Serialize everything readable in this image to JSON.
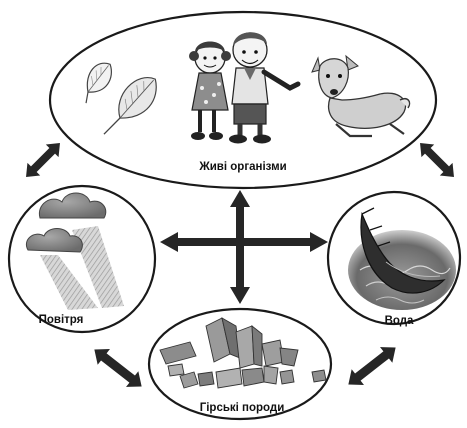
{
  "nodes": {
    "living": {
      "label": "Живі організми"
    },
    "air": {
      "label": "Повітря"
    },
    "water": {
      "label": "Вода"
    },
    "rocks": {
      "label": "Гірські породи"
    }
  },
  "colors": {
    "stroke": "#1a1a1a",
    "arrow": "#262626",
    "node_fill": "#ffffff",
    "cloud": "#8a8a8a",
    "water": "#6f6f6f",
    "rock": "#7d7d7d"
  },
  "icons": {
    "living": [
      "leaf-icon",
      "leaf-icon",
      "children-icon",
      "deer-icon"
    ],
    "air": [
      "cloud-icon",
      "rain-icon"
    ],
    "water": [
      "boat-icon",
      "waves-icon"
    ],
    "rocks": [
      "rock-pile-icon"
    ]
  }
}
